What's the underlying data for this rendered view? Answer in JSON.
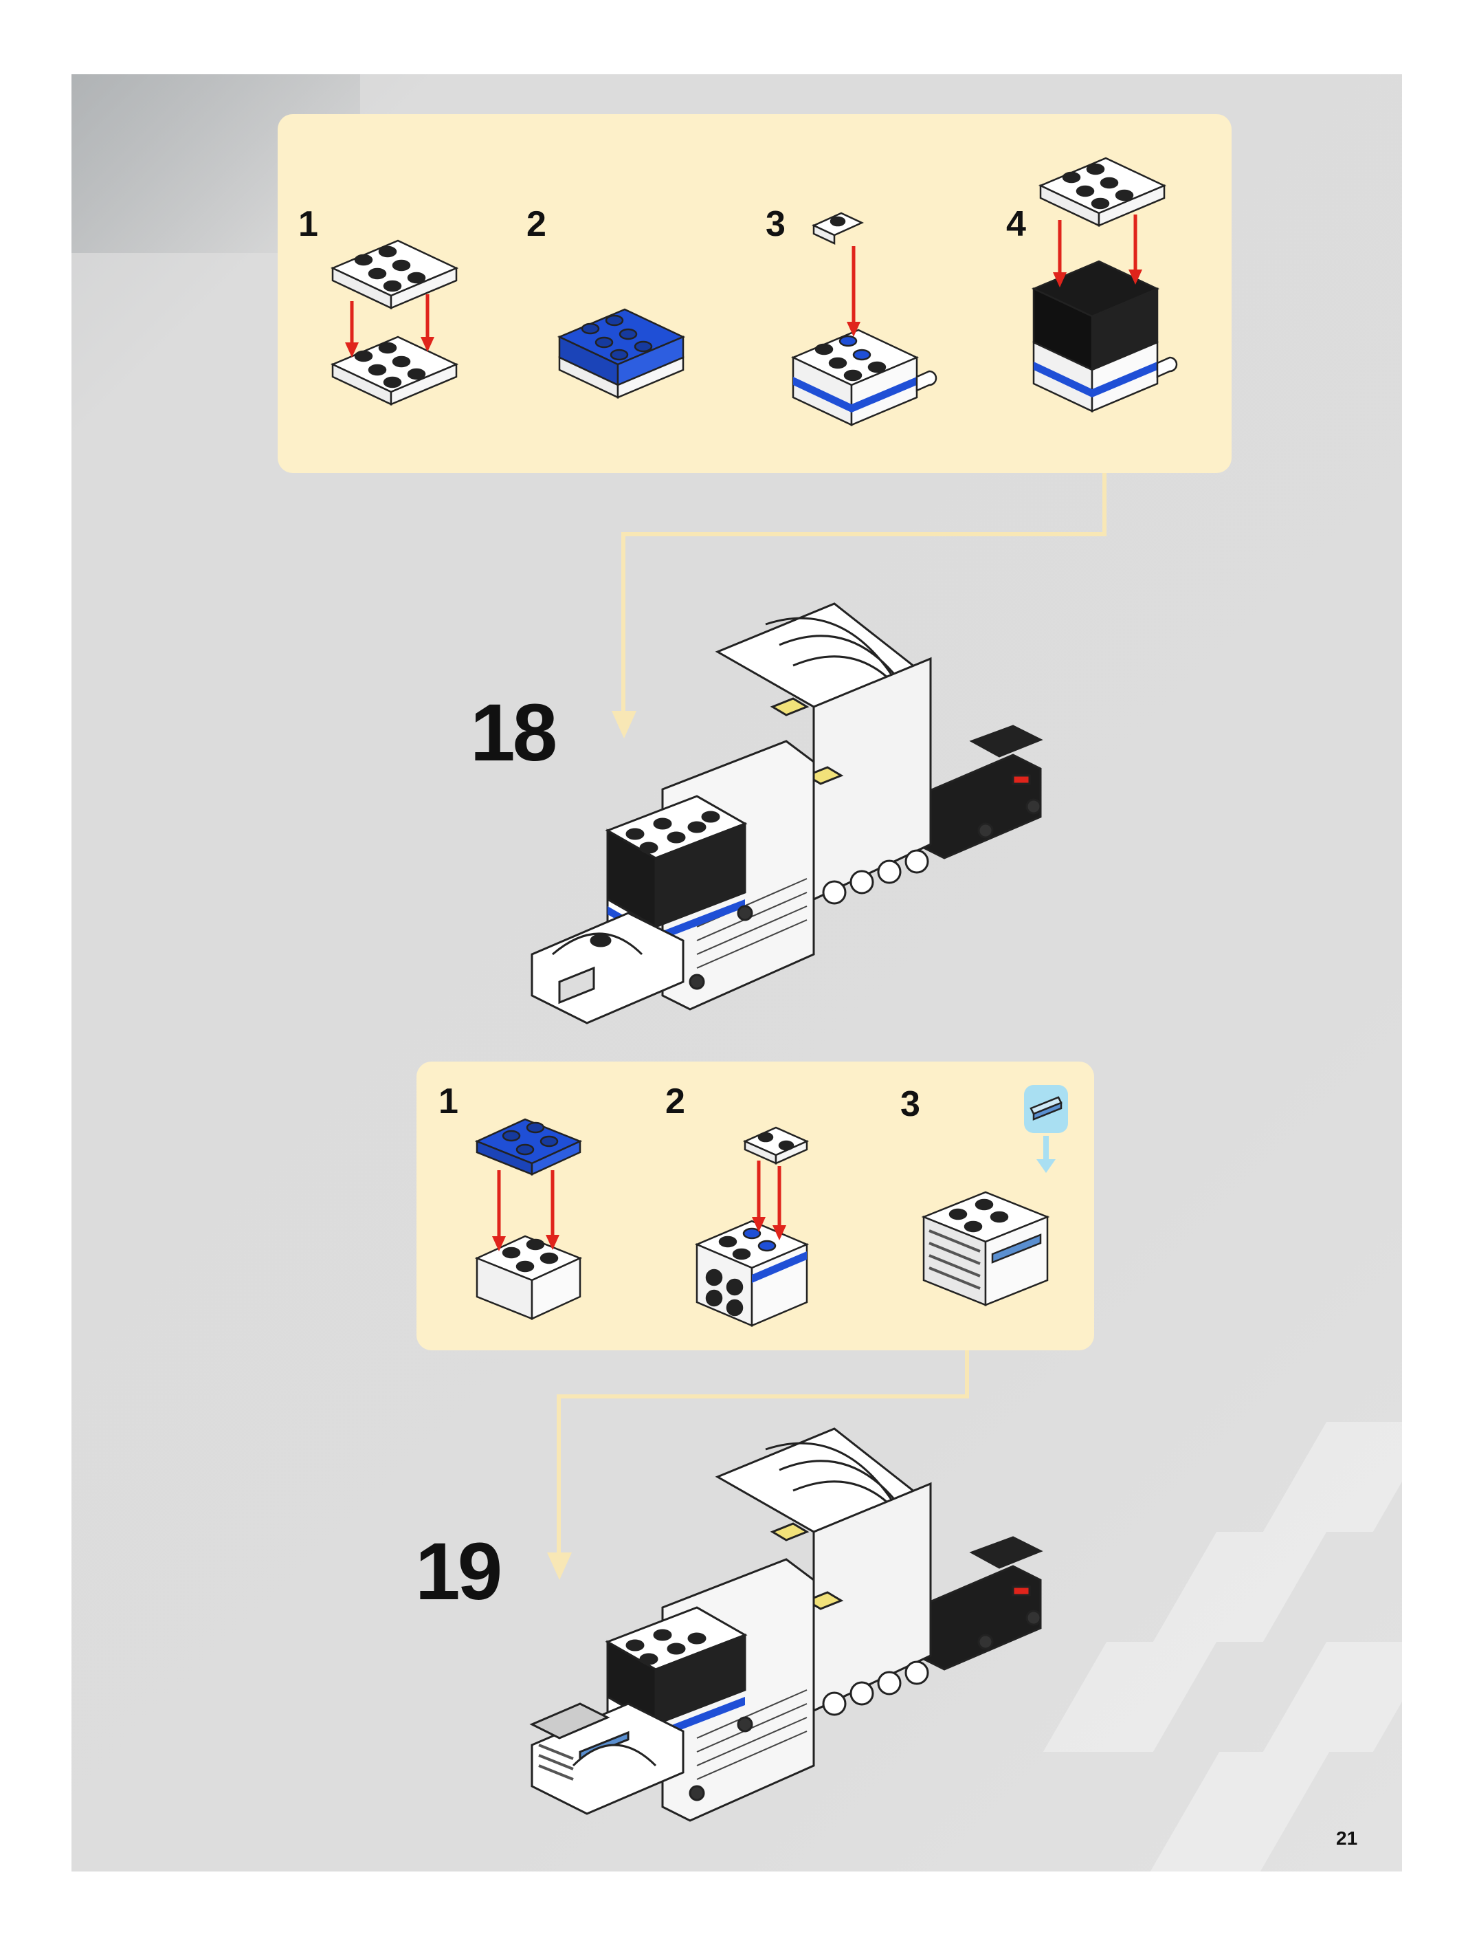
{
  "page": {
    "number": "21"
  },
  "steps": [
    {
      "number": "18",
      "substeps": [
        "1",
        "2",
        "3",
        "4"
      ]
    },
    {
      "number": "19",
      "substeps": [
        "1",
        "2",
        "3"
      ]
    }
  ],
  "colors": {
    "panel": "#fdf0c9",
    "connector": "#f8e7b5",
    "brick_white": "#ffffff",
    "brick_blue": "#1f4fd6",
    "brick_black": "#1a1a1a",
    "brick_yellow": "#f2e27a",
    "arrow_red": "#e0241b",
    "arrow_blue": "#a9dff2",
    "outline": "#222222"
  }
}
